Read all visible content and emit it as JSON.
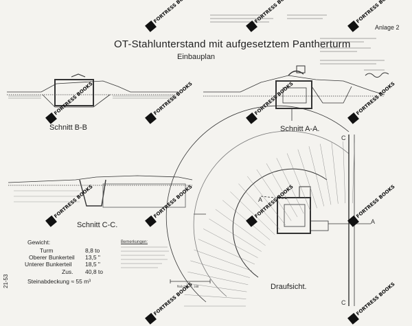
{
  "title": "OT-Stahlunterstand mit aufgesetztem Pantherturm",
  "subtitle": "Einbauplan",
  "annex": "Anlage 2",
  "side_number": "21-53",
  "sections": {
    "bb": "Schnitt B-B",
    "aa": "Schnitt A-A.",
    "cc": "Schnitt C-C.",
    "plan": "Draufsicht."
  },
  "weights": {
    "heading": "Gewicht:",
    "rows": [
      {
        "label": "Turm",
        "value": "8,8 to"
      },
      {
        "label": "Oberer Bunkerteil",
        "value": "13,5 \""
      },
      {
        "label": "Unterer Bunkerteil",
        "value": "18,5 \""
      },
      {
        "label": "Zus.",
        "value": "40,8 to"
      }
    ],
    "stone": "Steinabdeckung ≈ 55 m³"
  },
  "remarks_heading": "Bemerkungen:",
  "marks": {
    "a": "A",
    "c": "C",
    "scale": "Maßstab 1:100"
  },
  "watermark": "FORTRESS BOOKS",
  "colors": {
    "ink": "#222222",
    "paper": "#f4f3ef",
    "hatch": "#555555"
  }
}
